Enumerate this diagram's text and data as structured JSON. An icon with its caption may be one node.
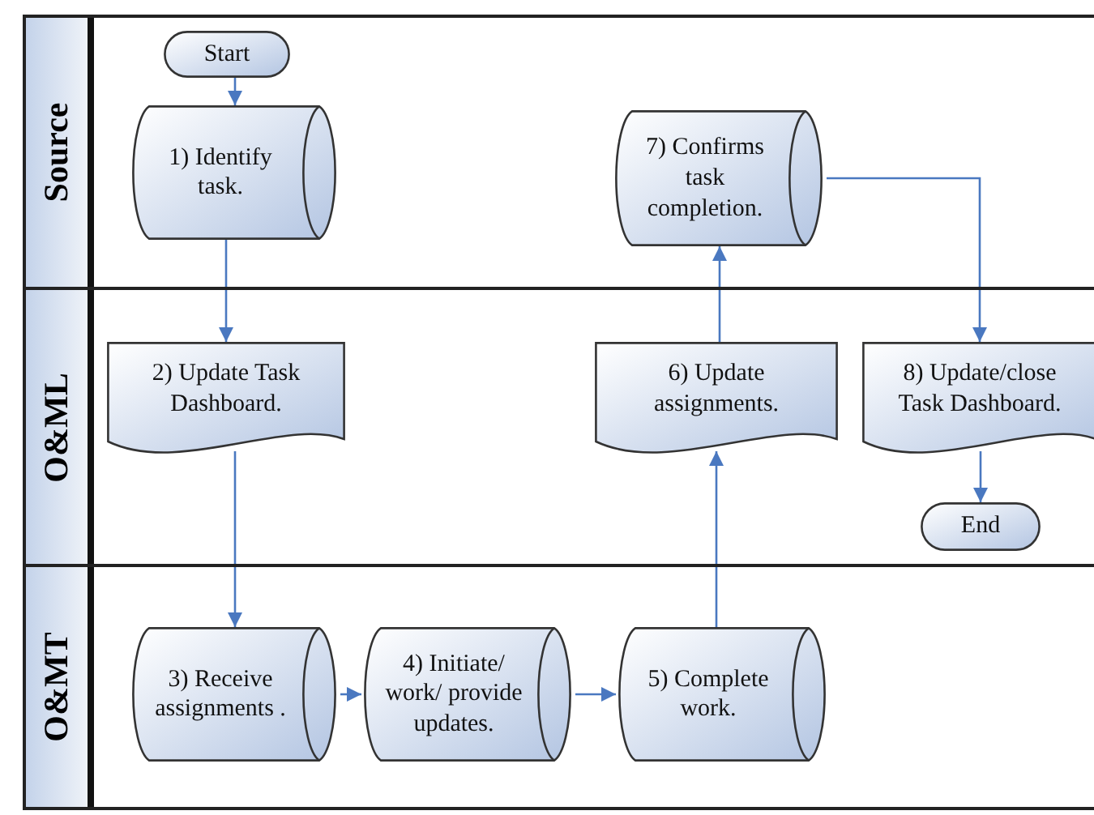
{
  "diagram": {
    "nodes": [
      {
        "text": [
          "Source"
        ]
      },
      {
        "text": [
          "Start"
        ],
        "in": 0
      },
      {
        "text": [
          "1) Identify task."
        ],
        "in": 0
      },
      {
        "text": [
          "7) Confirms task completion."
        ],
        "in": 0
      },
      {
        "text": [
          "O&ML"
        ]
      },
      {
        "text": [
          "2) Update Task Dashboard."
        ],
        "in": 4
      },
      {
        "text": [
          "6) Update assignments."
        ],
        "in": 4
      },
      {
        "text": [
          "8) Update/close Task Dashboard."
        ],
        "in": 4
      },
      {
        "text": [
          "End"
        ],
        "in": 4
      },
      {
        "text": [
          "O&MT"
        ]
      },
      {
        "text": [
          "3) Receive assignments ."
        ],
        "in": 9
      },
      {
        "text": [
          "4) Initiate/ work/ provide updates."
        ],
        "in": 9
      },
      {
        "text": [
          "5) Complete work."
        ],
        "in": 9
      }
    ],
    "edges": [
      {
        "from": 1,
        "to": 2,
        "arrow": "to"
      },
      {
        "from": 2,
        "to": 5,
        "arrow": "to"
      },
      {
        "from": 5,
        "to": 10,
        "arrow": "to"
      },
      {
        "from": 10,
        "to": 11,
        "arrow": "to"
      },
      {
        "from": 11,
        "to": 12,
        "arrow": "to"
      },
      {
        "from": 12,
        "to": 6,
        "arrow": "to"
      },
      {
        "from": 6,
        "to": 3,
        "arrow": "to"
      },
      {
        "from": 3,
        "to": 7,
        "arrow": "to"
      },
      {
        "from": 7,
        "to": 8,
        "arrow": "to"
      }
    ]
  }
}
